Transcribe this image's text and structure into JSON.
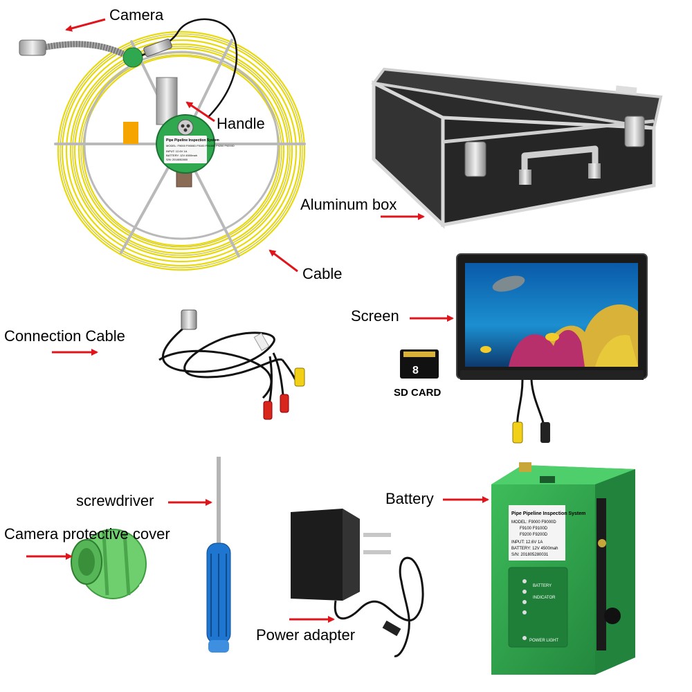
{
  "labels": {
    "camera": "Camera",
    "handle": "Handle",
    "aluminum_box": "Aluminum box",
    "cable": "Cable",
    "connection_cable": "Connection Cable",
    "screen": "Screen",
    "sd_card": "SD CARD",
    "screwdriver": "screwdriver",
    "protective_cover": "Camera protective cover",
    "battery": "Battery",
    "power_adapter": "Power adapter"
  },
  "reel_label": {
    "title": "Pipe Pipeline Inspection System",
    "model": "MODEL: F9000 F9000D F9100 F9100D F9200 F9200D",
    "input": "INPUT: 12.6V 1A",
    "battery": "BATTERY: 12V 4500mah",
    "sn": "S/N: 2018052800"
  },
  "battery_label": {
    "title": "Pipe Pipeline Inspection System",
    "model": "MODEL: F9000 F9000D",
    "model2": "F9100 F9100D",
    "model3": "F9200 F9200D",
    "input": "INPUT: 12.6V 1A",
    "battery": "BATTERY: 12V 4500mah",
    "sn": "S/N: 201805280031",
    "ind_battery": "BATTERY",
    "ind_indicator": "INDICATOR",
    "ind_power": "POWER LIGHT"
  },
  "sd_card": {
    "capacity": "8"
  },
  "colors": {
    "cable_yellow": "#f2e312",
    "green": "#2fa84f",
    "arrow_red": "#e0151b",
    "case_dark": "#2b2b2b"
  }
}
